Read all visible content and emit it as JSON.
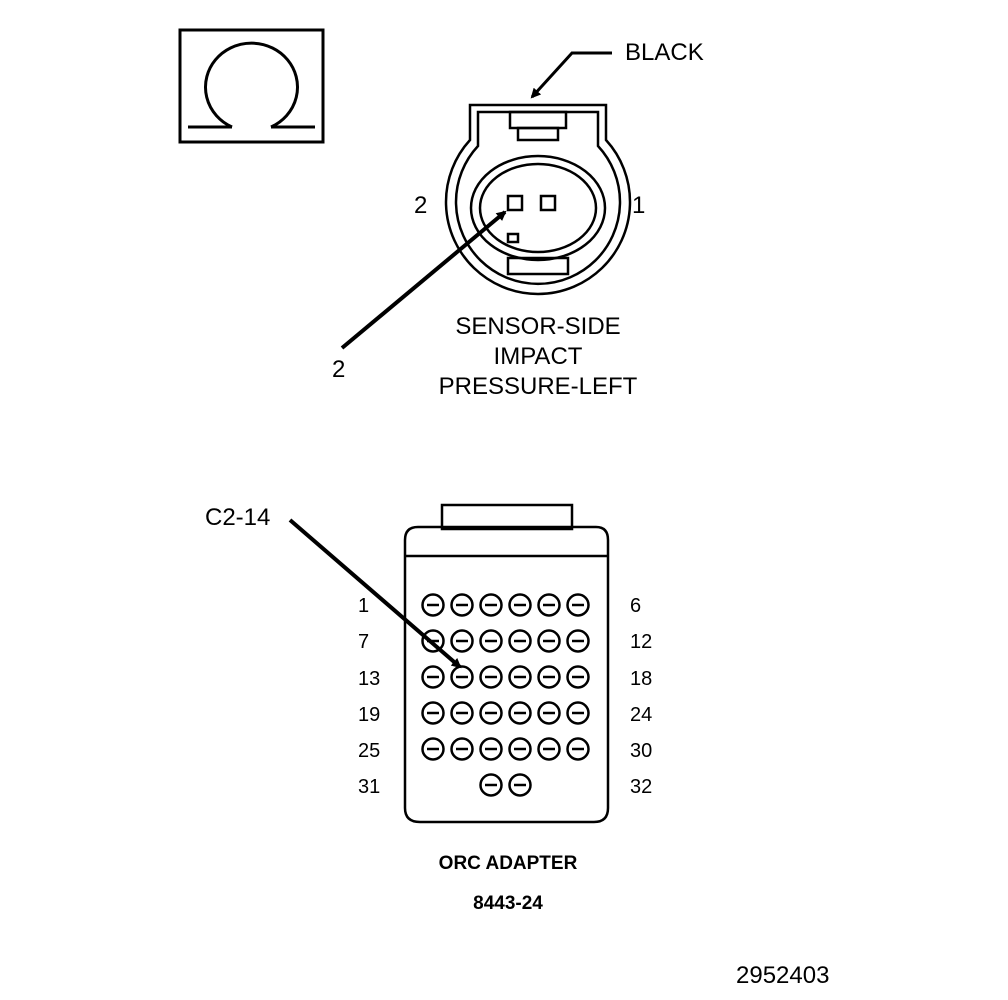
{
  "symbol": {
    "name": "ohm-symbol",
    "glyph": "Ω"
  },
  "sensor": {
    "color_label": "BLACK",
    "pin_left": "2",
    "pin_right": "1",
    "probe_label": "2",
    "caption": [
      "SENSOR-SIDE",
      "IMPACT",
      "PRESSURE-LEFT"
    ]
  },
  "adapter": {
    "probe_label": "C2-14",
    "row_left_labels": [
      "1",
      "7",
      "13",
      "19",
      "25",
      "31"
    ],
    "row_right_labels": [
      "6",
      "12",
      "18",
      "24",
      "30",
      "32"
    ],
    "title": "ORC ADAPTER",
    "part_number": "8443-24"
  },
  "figure_id": "2952403"
}
